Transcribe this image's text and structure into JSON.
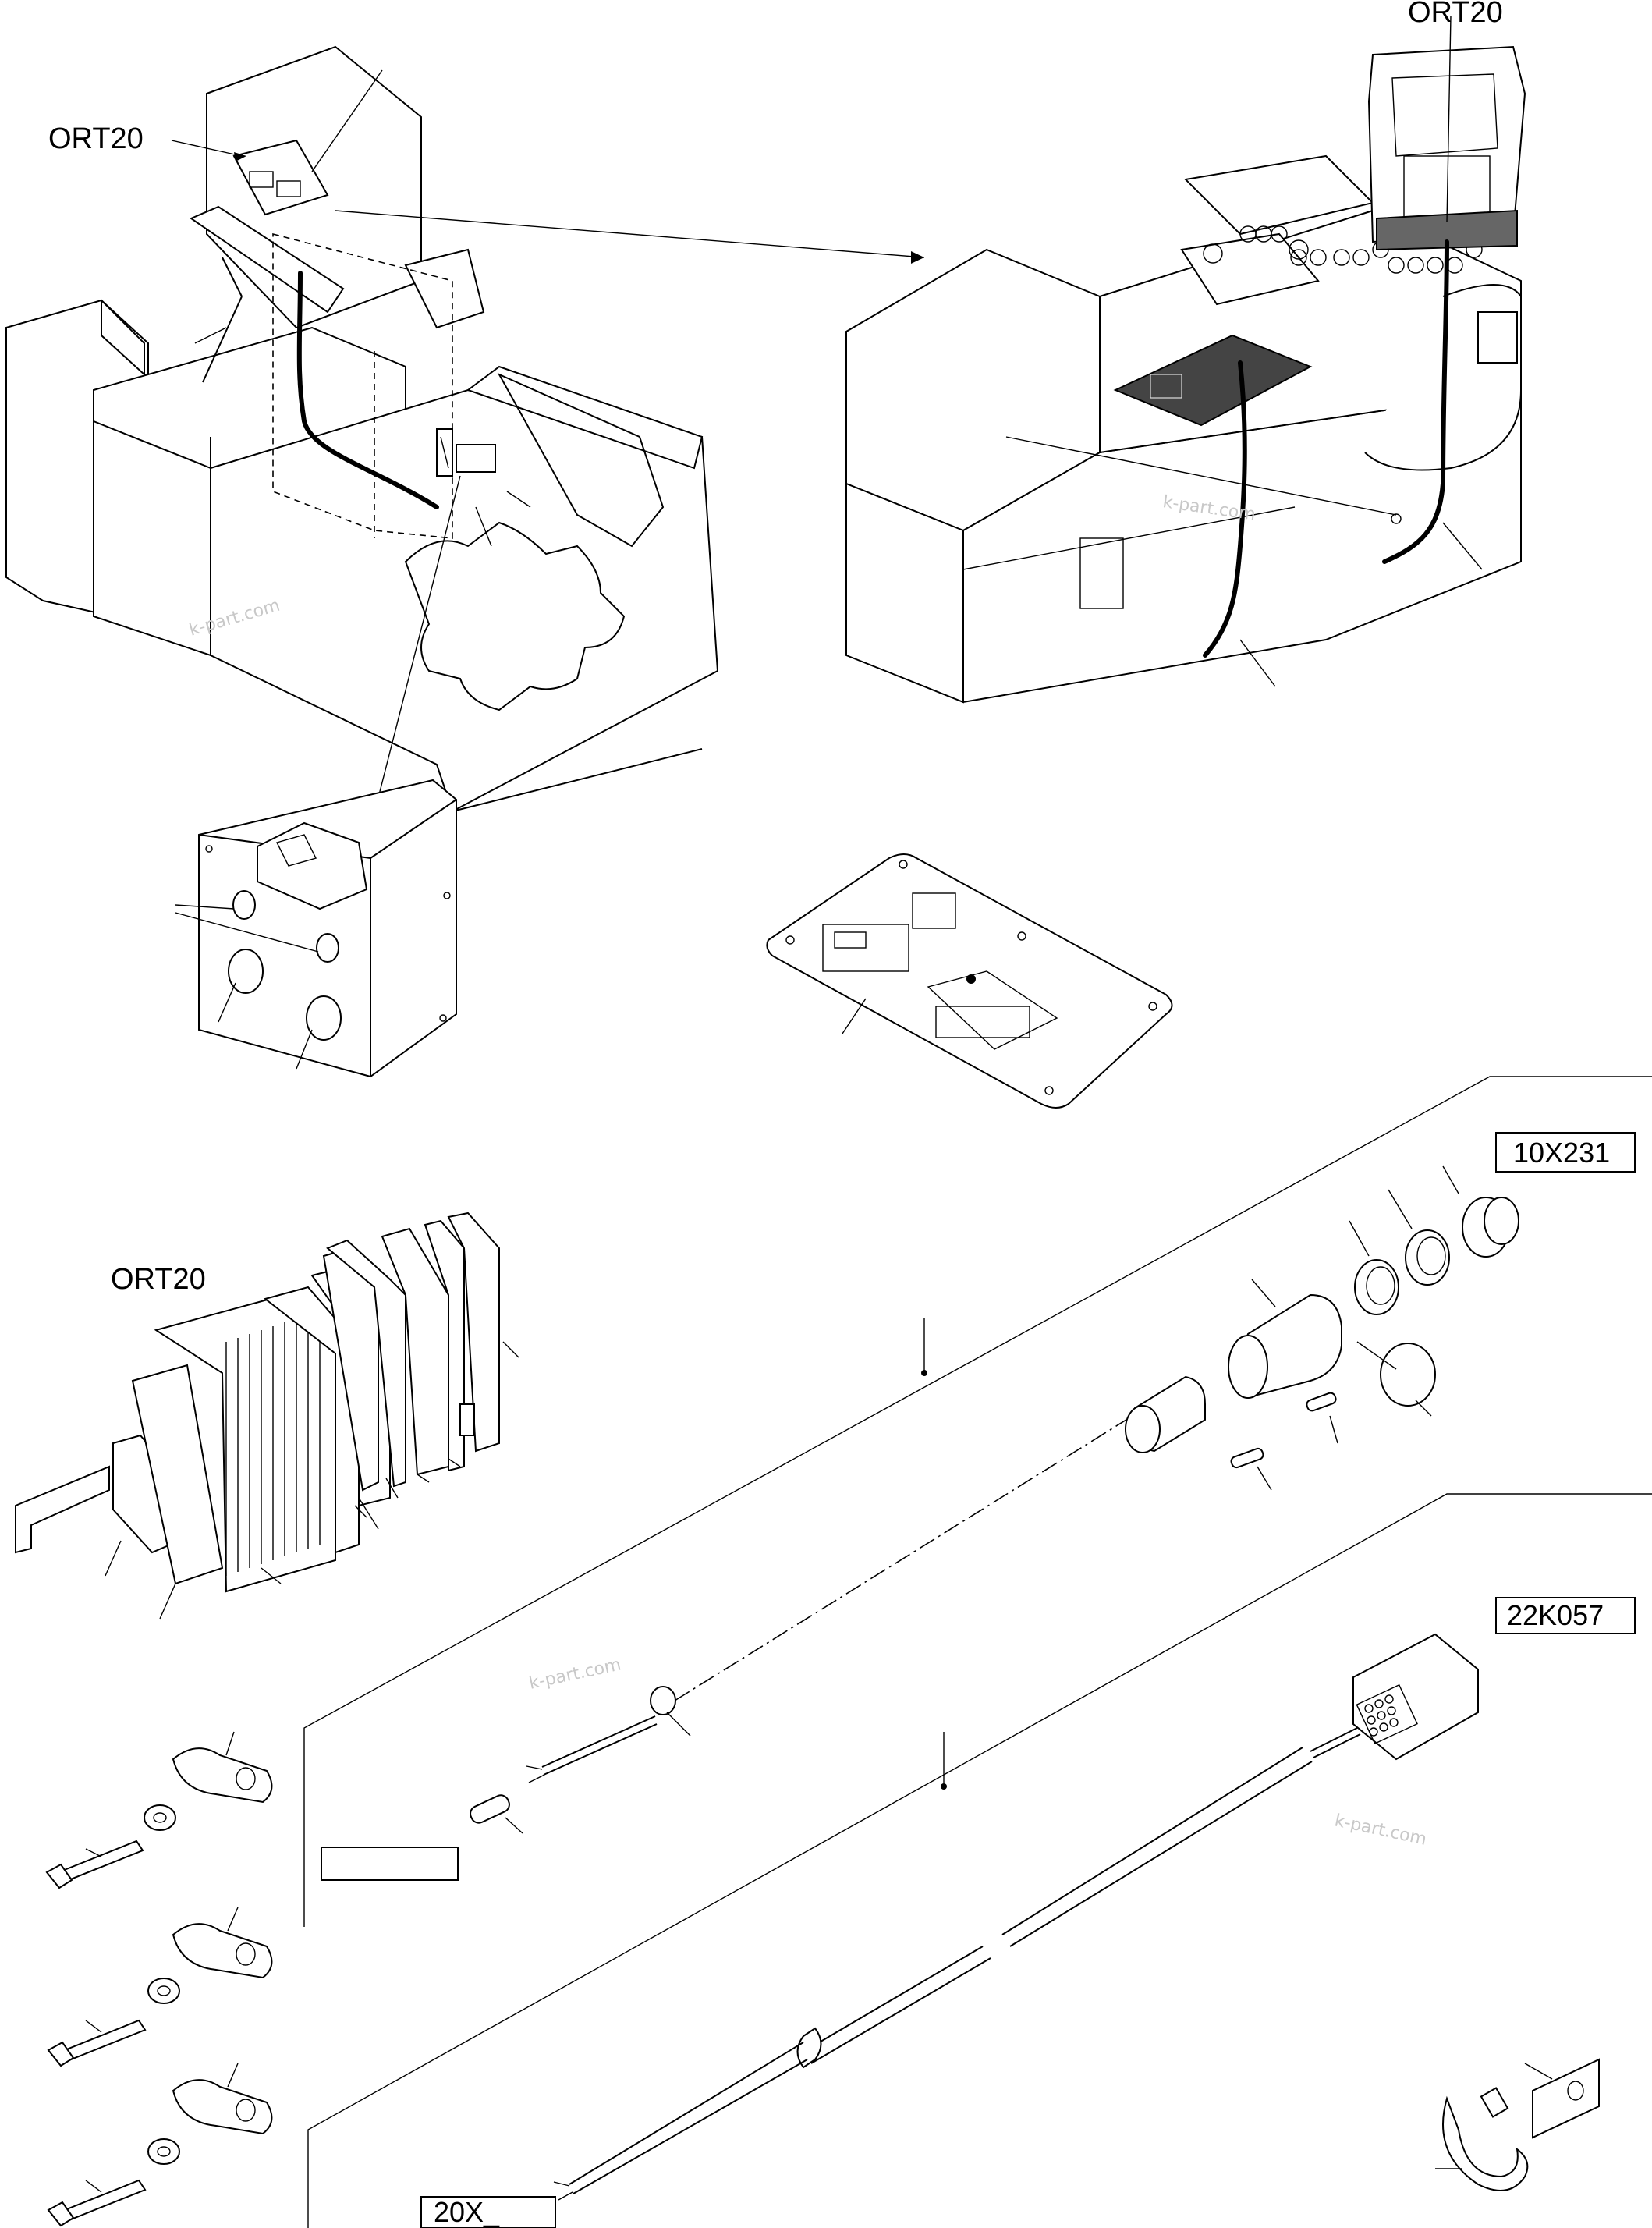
{
  "labels": {
    "ort20_top_left": "ORT20",
    "ort20_top_right": "ORT20",
    "ort20_terminal": "ORT20",
    "connector_1": "10X231",
    "connector_2": "22K057",
    "connector_3": "20X_"
  },
  "watermark": "k-part.com"
}
